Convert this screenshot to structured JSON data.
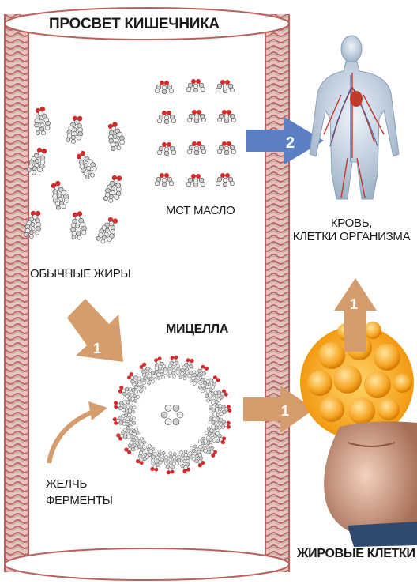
{
  "title": "ПРОСВЕТ КИШЕЧНИКА",
  "labels": {
    "regular_fats": "ОБЫЧНЫЕ ЖИРЫ",
    "mct_oil": "МСТ МАСЛО",
    "micelle": "МИЦЕЛЛА",
    "blood_line1": "КРОВЬ,",
    "blood_line2": "КЛЕТКИ ОРГАНИЗМА",
    "bile_line1": "ЖЕЛЧЬ",
    "bile_line2": "ФЕРМЕНТЫ",
    "fat_cells": "ЖИРОВЫЕ КЛЕТКИ"
  },
  "arrows": {
    "to_micelle": "1",
    "to_fat_cells": "1",
    "fat_to_blood": "1",
    "mct_to_blood": "2"
  },
  "colors": {
    "intestine_wall": "#c98a86",
    "intestine_stripe": "#8fae7e",
    "arrow_brown": "#d59c6d",
    "arrow_blue": "#5b7fc4",
    "atom_red": "#d42a2a",
    "atom_grey": "#c8c8c8"
  }
}
